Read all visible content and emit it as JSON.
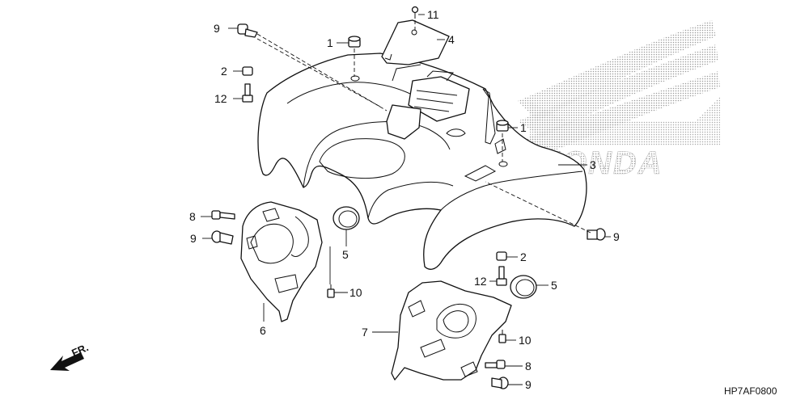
{
  "diagram": {
    "figure_code": "HP7AF0800",
    "direction_label": "FR.",
    "brand_watermark": "HONDA",
    "callouts": [
      {
        "id": "c11a",
        "num": "11"
      },
      {
        "id": "c9a",
        "num": "9"
      },
      {
        "id": "c1a",
        "num": "1"
      },
      {
        "id": "c4",
        "num": "4"
      },
      {
        "id": "c2a",
        "num": "2"
      },
      {
        "id": "c12a",
        "num": "12"
      },
      {
        "id": "c1b",
        "num": "1"
      },
      {
        "id": "c3",
        "num": "3"
      },
      {
        "id": "c8a",
        "num": "8"
      },
      {
        "id": "c9b",
        "num": "9"
      },
      {
        "id": "c5a",
        "num": "5"
      },
      {
        "id": "c9c",
        "num": "9"
      },
      {
        "id": "c2b",
        "num": "2"
      },
      {
        "id": "c12b",
        "num": "12"
      },
      {
        "id": "c5b",
        "num": "5"
      },
      {
        "id": "c10a",
        "num": "10"
      },
      {
        "id": "c6",
        "num": "6"
      },
      {
        "id": "c7",
        "num": "7"
      },
      {
        "id": "c10b",
        "num": "10"
      },
      {
        "id": "c8b",
        "num": "8"
      },
      {
        "id": "c9d",
        "num": "9"
      }
    ]
  }
}
